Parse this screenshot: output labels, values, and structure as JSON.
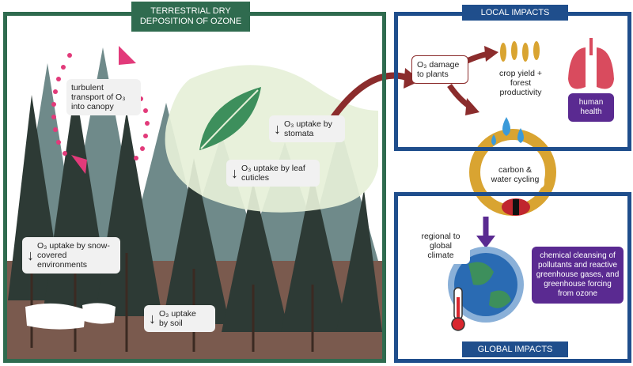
{
  "titles": {
    "main": "TERRESTRIAL DRY DEPOSITION OF OZONE",
    "local": "LOCAL IMPACTS",
    "global": "GLOBAL IMPACTS"
  },
  "labels": {
    "turbulent": "turbulent transport of O₃ into canopy",
    "stomata": "O₃ uptake by stomata",
    "cuticles": "O₃ uptake by leaf cuticles",
    "snow": "O₃ uptake by snow- covered environments",
    "soil": "O₃ uptake by soil",
    "o3_damage": "O₃ damage to plants",
    "crop_yield": "crop yield + forest productivity",
    "human_health": "human health",
    "carbon_water": "carbon & water cycling",
    "regional_global": "regional to global climate",
    "chemical_cleansing": "chemical cleansing of pollutants and reactive greenhouse gases, and greenhouse forcing from ozone"
  },
  "icons": {
    "down_arrow": "↓"
  },
  "colors": {
    "forest_green": "#2f6b4f",
    "navy": "#1f4e8c",
    "purple": "#5a2a91",
    "pink": "#e23a7a",
    "maroon": "#8b2c2c",
    "gold": "#d9a431"
  }
}
